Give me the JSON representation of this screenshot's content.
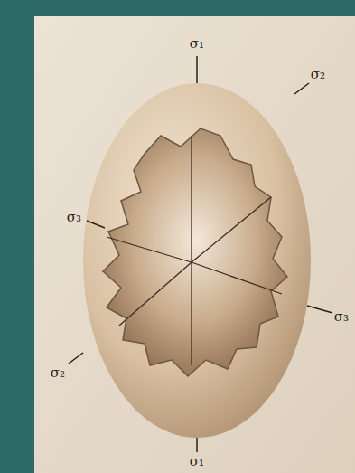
{
  "diagram": {
    "labels": [
      "σ₁",
      "σ₂",
      "σ₃",
      "σ₃",
      "σ₂",
      "σ₁"
    ]
  }
}
